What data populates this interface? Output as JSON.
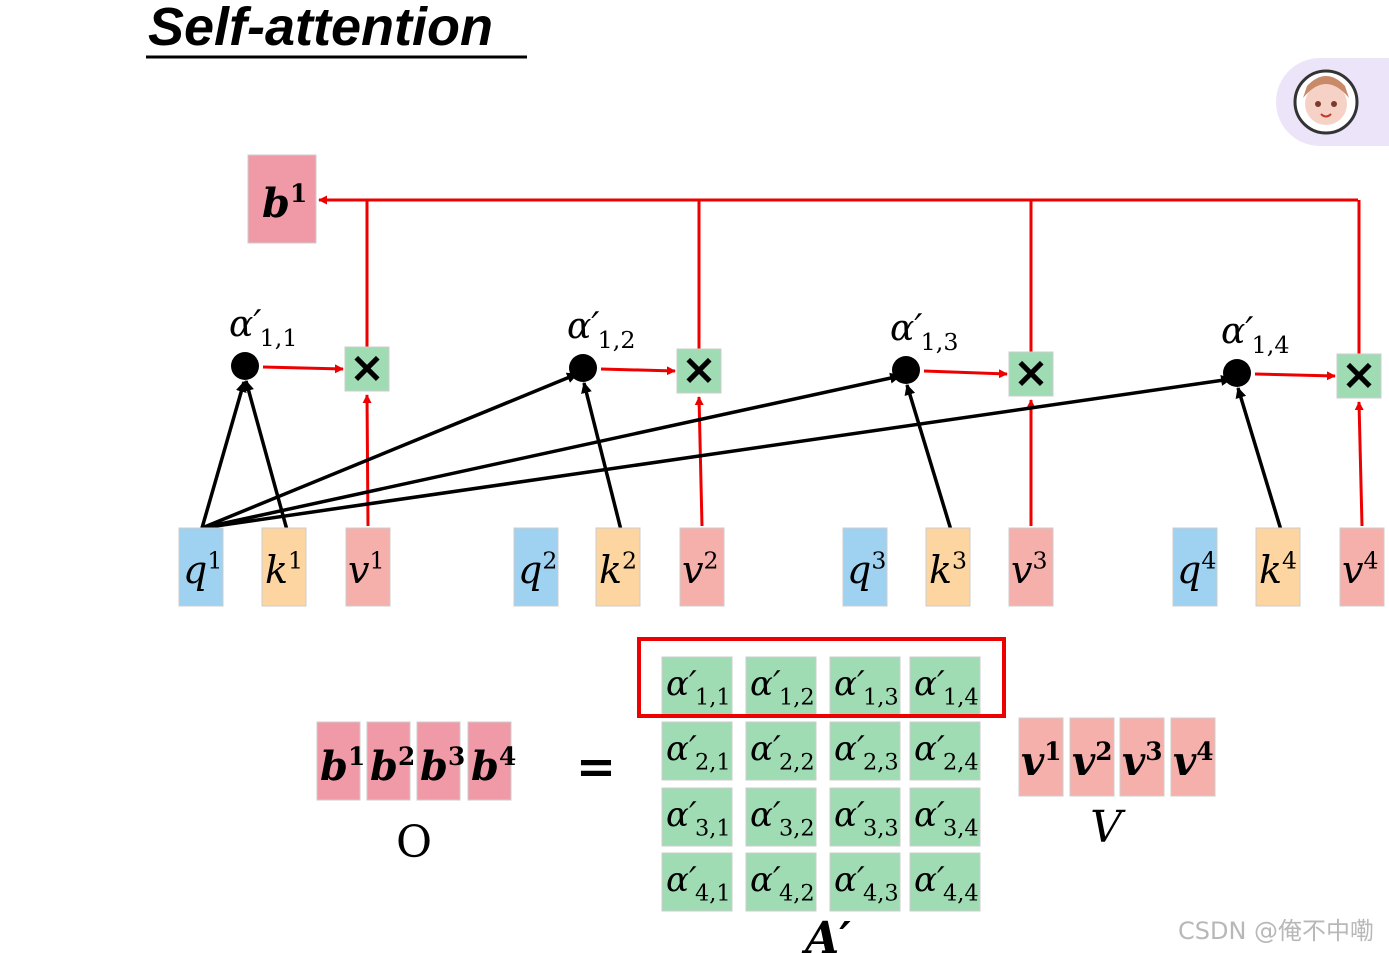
{
  "title": "Self-attention",
  "avatar": {
    "icon": "anime-avatar-icon"
  },
  "watermark": "CSDN @俺不中嘞",
  "colors": {
    "q": "#9fd2f0",
    "k": "#fdd5a0",
    "v": "#f6b0ab",
    "b": "#f09aa8",
    "alpha": "#9fdcb4",
    "red": "#ee0000",
    "black": "#000000"
  },
  "top": {
    "output": {
      "base": "b",
      "sup": "1"
    },
    "columns": [
      {
        "alpha": {
          "base": "α′",
          "sub": "1,1"
        },
        "q": {
          "base": "q",
          "sup": "1"
        },
        "k": {
          "base": "k",
          "sup": "1"
        },
        "v": {
          "base": "v",
          "sup": "1"
        }
      },
      {
        "alpha": {
          "base": "α′",
          "sub": "1,2"
        },
        "q": {
          "base": "q",
          "sup": "2"
        },
        "k": {
          "base": "k",
          "sup": "2"
        },
        "v": {
          "base": "v",
          "sup": "2"
        }
      },
      {
        "alpha": {
          "base": "α′",
          "sub": "1,3"
        },
        "q": {
          "base": "q",
          "sup": "3"
        },
        "k": {
          "base": "k",
          "sup": "3"
        },
        "v": {
          "base": "v",
          "sup": "3"
        }
      },
      {
        "alpha": {
          "base": "α′",
          "sub": "1,4"
        },
        "q": {
          "base": "q",
          "sup": "4"
        },
        "k": {
          "base": "k",
          "sup": "4"
        },
        "v": {
          "base": "v",
          "sup": "4"
        }
      }
    ],
    "multiply_symbol": "✕"
  },
  "bottom": {
    "O": {
      "cells": [
        {
          "base": "b",
          "sup": "1"
        },
        {
          "base": "b",
          "sup": "2"
        },
        {
          "base": "b",
          "sup": "3"
        },
        {
          "base": "b",
          "sup": "4"
        }
      ],
      "label": "O"
    },
    "equals": "=",
    "A": {
      "label": "A′",
      "rows": [
        [
          {
            "base": "α′",
            "sub": "1,1"
          },
          {
            "base": "α′",
            "sub": "1,2"
          },
          {
            "base": "α′",
            "sub": "1,3"
          },
          {
            "base": "α′",
            "sub": "1,4"
          }
        ],
        [
          {
            "base": "α′",
            "sub": "2,1"
          },
          {
            "base": "α′",
            "sub": "2,2"
          },
          {
            "base": "α′",
            "sub": "2,3"
          },
          {
            "base": "α′",
            "sub": "2,4"
          }
        ],
        [
          {
            "base": "α′",
            "sub": "3,1"
          },
          {
            "base": "α′",
            "sub": "3,2"
          },
          {
            "base": "α′",
            "sub": "3,3"
          },
          {
            "base": "α′",
            "sub": "3,4"
          }
        ],
        [
          {
            "base": "α′",
            "sub": "4,1"
          },
          {
            "base": "α′",
            "sub": "4,2"
          },
          {
            "base": "α′",
            "sub": "4,3"
          },
          {
            "base": "α′",
            "sub": "4,4"
          }
        ]
      ]
    },
    "V": {
      "cells": [
        {
          "base": "v",
          "sup": "1"
        },
        {
          "base": "v",
          "sup": "2"
        },
        {
          "base": "v",
          "sup": "3"
        },
        {
          "base": "v",
          "sup": "4"
        }
      ],
      "label": "V"
    }
  }
}
